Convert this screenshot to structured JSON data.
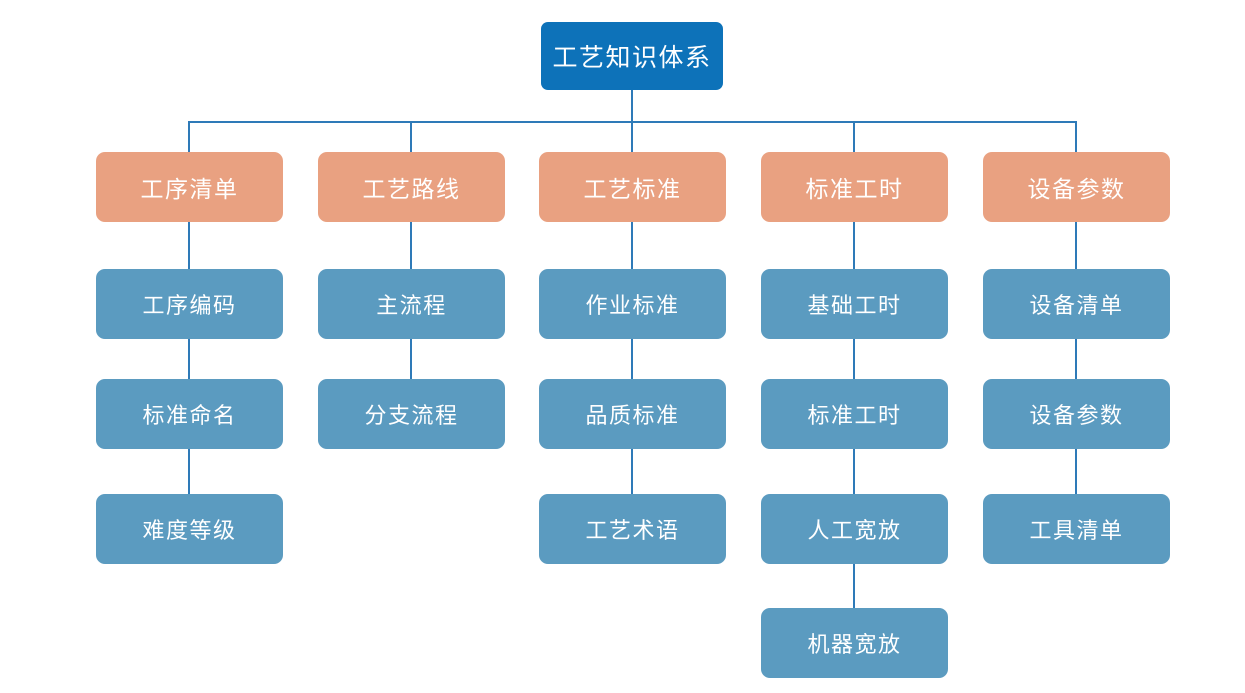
{
  "diagram": {
    "title": "工艺知识体系",
    "type": "org-tree",
    "colors": {
      "root": "#0d72b9",
      "level1": "#e9a181",
      "level2": "#5b9bc0",
      "connector": "#2e7ab8",
      "text": "#ffffff",
      "background": "#ffffff"
    },
    "root": {
      "label": "工艺知识体系"
    },
    "columns": [
      {
        "header": "工序清单",
        "children": [
          "工序编码",
          "标准命名",
          "难度等级"
        ]
      },
      {
        "header": "工艺路线",
        "children": [
          "主流程",
          "分支流程"
        ]
      },
      {
        "header": "工艺标准",
        "children": [
          "作业标准",
          "品质标准",
          "工艺术语"
        ]
      },
      {
        "header": "标准工时",
        "children": [
          "基础工时",
          "标准工时",
          "人工宽放",
          "机器宽放"
        ]
      },
      {
        "header": "设备参数",
        "children": [
          "设备清单",
          "设备参数",
          "工具清单"
        ]
      }
    ]
  }
}
